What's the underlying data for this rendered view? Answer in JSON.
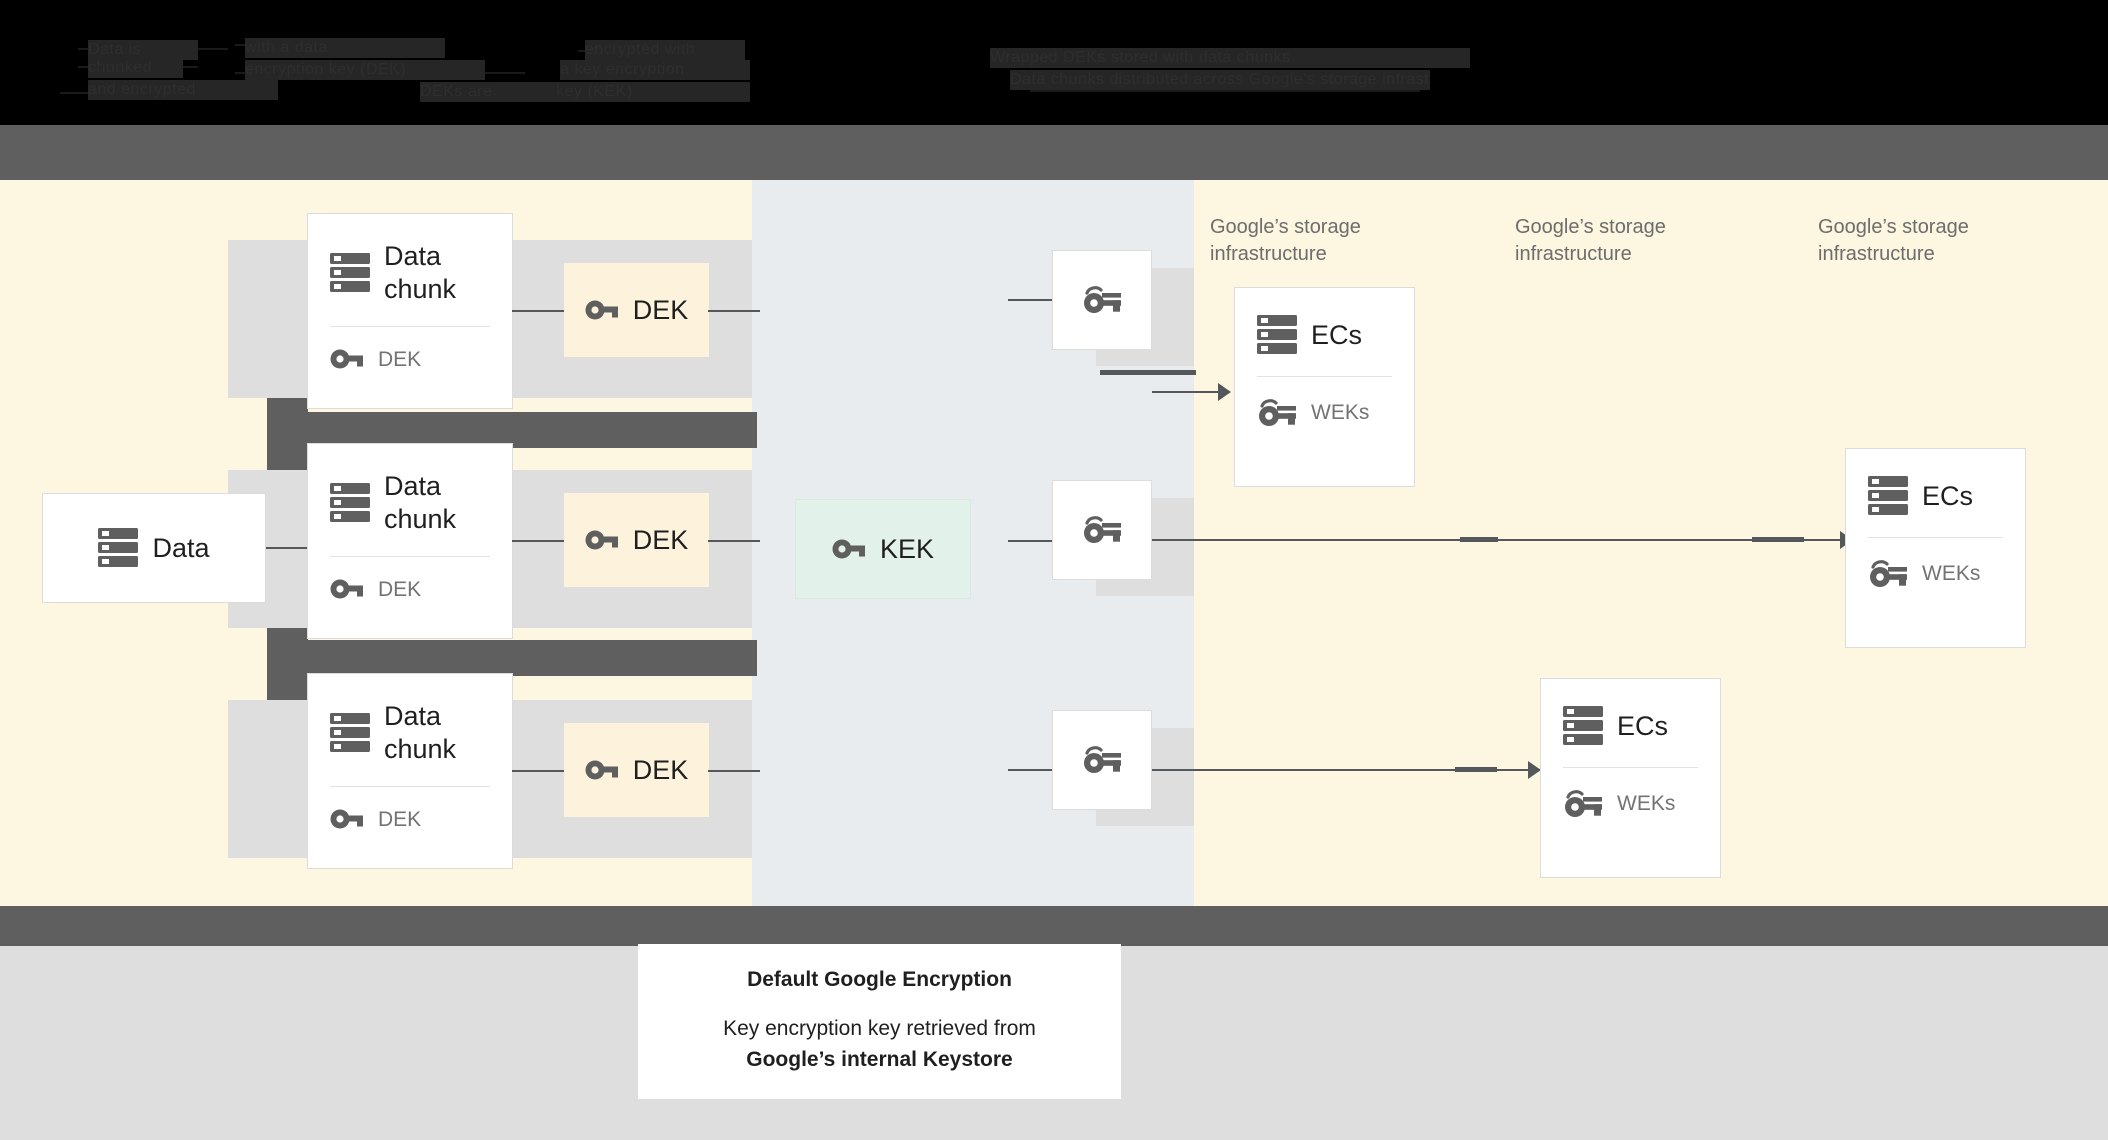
{
  "header": {
    "redacted_lines": [
      "Data is",
      "chunked",
      "and encrypted",
      "with a data",
      "encryption key (DEK)",
      "DEKs are",
      "encrypted with",
      "a key encryption",
      "key (KEK)",
      "Wrapped DEKs stored with data chunks",
      "Data chunks distributed across Google's storage infrastructure"
    ]
  },
  "diagram": {
    "data_box": {
      "label": "Data",
      "icon": "server-icon"
    },
    "chunks": [
      {
        "label": "Data chunk",
        "key_label": "DEK",
        "icon": "server-icon",
        "key_icon": "key-icon"
      },
      {
        "label": "Data chunk",
        "key_label": "DEK",
        "icon": "server-icon",
        "key_icon": "key-icon"
      },
      {
        "label": "Data chunk",
        "key_label": "DEK",
        "icon": "server-icon",
        "key_icon": "key-icon"
      }
    ],
    "deks": [
      {
        "label": "DEK",
        "icon": "key-icon"
      },
      {
        "label": "DEK",
        "icon": "key-icon"
      },
      {
        "label": "DEK",
        "icon": "key-icon"
      }
    ],
    "kek": {
      "label": "KEK",
      "icon": "key-icon"
    },
    "wrapped_keys": [
      {
        "icon": "wrapped-key-icon"
      },
      {
        "icon": "wrapped-key-icon"
      },
      {
        "icon": "wrapped-key-icon"
      }
    ],
    "storage_captions": [
      "Google’s storage infrastructure",
      "Google’s storage infrastructure",
      "Google’s storage infrastructure"
    ],
    "ec_boxes": [
      {
        "label": "ECs",
        "key_label": "WEKs",
        "icon": "server-icon",
        "key_icon": "wrapped-key-icon"
      },
      {
        "label": "ECs",
        "key_label": "WEKs",
        "icon": "server-icon",
        "key_icon": "wrapped-key-icon"
      },
      {
        "label": "ECs",
        "key_label": "WEKs",
        "icon": "server-icon",
        "key_icon": "wrapped-key-icon"
      }
    ]
  },
  "legend": {
    "title": "Default Google Encryption",
    "line1": "Key encryption key retrieved from",
    "line2": "Google’s internal Keystore"
  },
  "colors": {
    "cream_panel": "#fdf6e0",
    "bluegray_panel": "#e8ecee",
    "gray_band": "#5f5f5f",
    "dek_card": "#fdf3dc",
    "kek_card": "#e2f1ea",
    "icon_gray": "#5f5f5f",
    "line": "#55585a",
    "shadow": "#dedede"
  }
}
